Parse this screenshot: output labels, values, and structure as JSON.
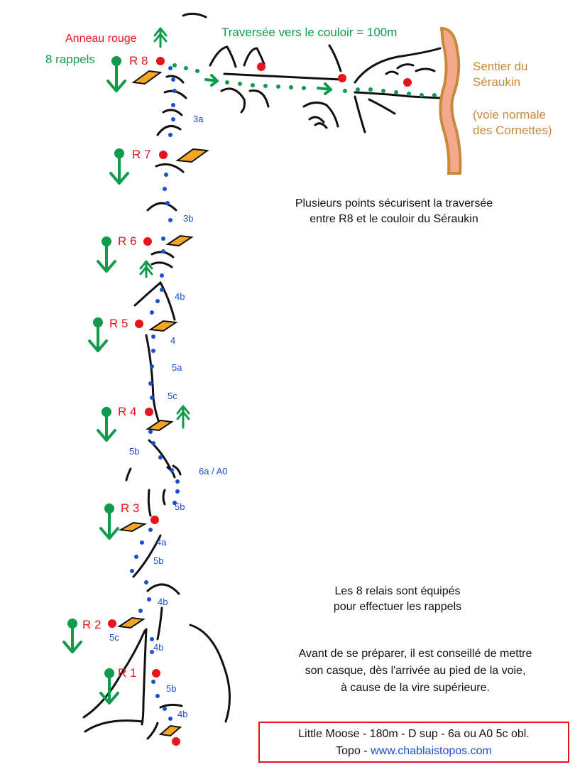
{
  "labels": {
    "anneau_rouge": "Anneau rouge",
    "rappels": "8 rappels",
    "traversee": "Traversée vers le couloir = 100m",
    "sentier_line1": "Sentier du",
    "sentier_line2": "Séraukin",
    "voie_line1": "(voie normale",
    "voie_line2": "des Cornettes)"
  },
  "relays": [
    "R 8",
    "R 7",
    "R 6",
    "R 5",
    "R 4",
    "R 3",
    "R 2",
    "R 1"
  ],
  "grades": [
    "3a",
    "3b",
    "4b",
    "4",
    "5a",
    "5c",
    "5b",
    "6a / A0",
    "5b",
    "4a",
    "5b",
    "4b",
    "5c",
    "4b",
    "5b",
    "4b"
  ],
  "notes": {
    "traverse_line1": "Plusieurs  points sécurisent la traversée",
    "traverse_line2": "entre R8 et le couloir du Séraukin",
    "relais_line1": "Les 8 relais sont équipés",
    "relais_line2": "pour effectuer les rappels",
    "casque_line1": "Avant de se préparer, il est conseillé de mettre",
    "casque_line2": "son casque, dès l'arrivée au pied de la voie,",
    "casque_line3": "à cause de la vire supérieure."
  },
  "info_box": {
    "line1": "Little Moose - 180m - D sup - 6a ou A0  5c obl.",
    "topo_prefix": "Topo - ",
    "link": "www.chablaistopos.com"
  },
  "colors": {
    "relay_dot": "#e8141b",
    "route_dot": "#1a4fd0",
    "traverse_dot": "#0f9a4c",
    "rappel_arrow": "#0f9a4c",
    "plate": "#f5a623",
    "trail": "#f4a98c",
    "trail_edge": "#c9893a"
  }
}
